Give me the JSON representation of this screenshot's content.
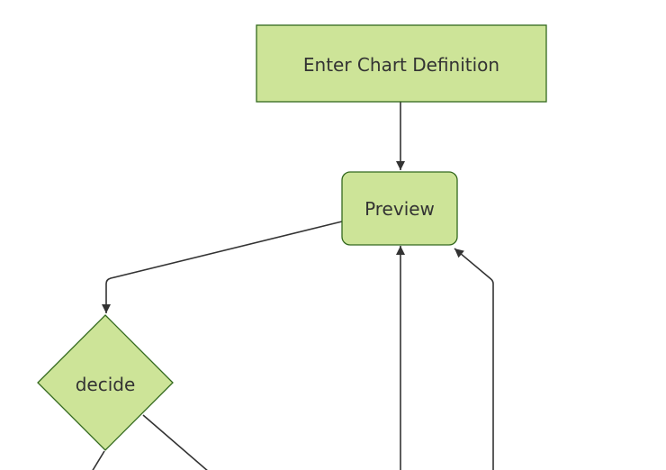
{
  "diagram": {
    "type": "flowchart",
    "direction": "top-down",
    "nodes": [
      {
        "id": "A",
        "label": "Enter Chart Definition",
        "shape": "rectangle"
      },
      {
        "id": "B",
        "label": "Preview",
        "shape": "rounded-rectangle"
      },
      {
        "id": "C",
        "label": "decide",
        "shape": "diamond"
      }
    ],
    "edges": [
      {
        "from": "A",
        "to": "B",
        "arrow": true
      },
      {
        "from": "B",
        "to": "C",
        "arrow": true
      },
      {
        "from": "C",
        "to": "offscreen-bottom-left",
        "arrow": false
      },
      {
        "from": "C",
        "to": "offscreen-bottom-right",
        "arrow": false
      },
      {
        "from": "offscreen-bottom-center",
        "to": "B",
        "arrow": true
      },
      {
        "from": "offscreen-bottom-right",
        "to": "B",
        "arrow": true
      }
    ],
    "colors": {
      "node_fill": "#cde498",
      "node_border": "#33691e",
      "edge": "#333333",
      "text": "#333333",
      "background": "#ffffff"
    }
  }
}
